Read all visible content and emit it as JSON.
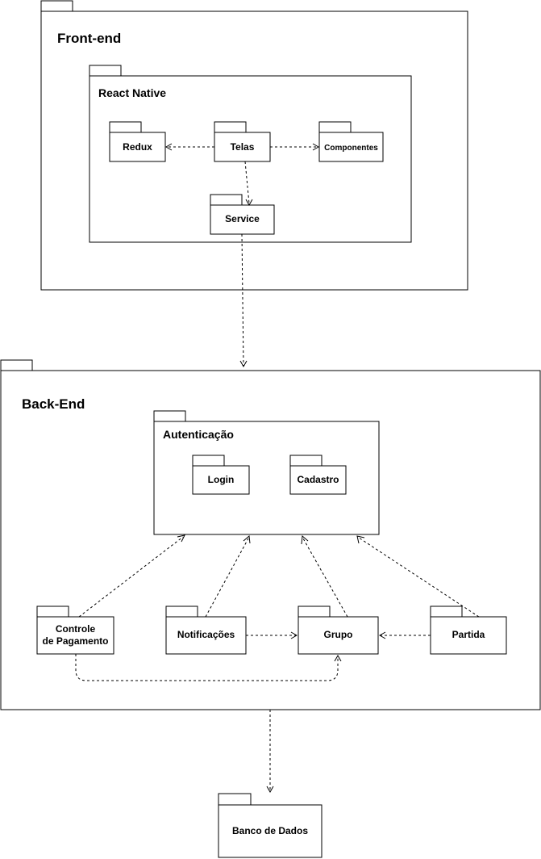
{
  "diagram": {
    "frontend": {
      "title": "Front-end"
    },
    "react_native": {
      "title": "React Native"
    },
    "redux": {
      "label": "Redux"
    },
    "telas": {
      "label": "Telas"
    },
    "componentes": {
      "label": "Componentes"
    },
    "service": {
      "label": "Service"
    },
    "backend": {
      "title": "Back-End"
    },
    "autenticacao": {
      "title": "Autenticação"
    },
    "login": {
      "label": "Login"
    },
    "cadastro": {
      "label": "Cadastro"
    },
    "controle_pagamento": {
      "line1": "Controle",
      "line2": "de Pagamento"
    },
    "notificacoes": {
      "label": "Notificações"
    },
    "grupo": {
      "label": "Grupo"
    },
    "partida": {
      "label": "Partida"
    },
    "banco_dados": {
      "label": "Banco de Dados"
    }
  }
}
